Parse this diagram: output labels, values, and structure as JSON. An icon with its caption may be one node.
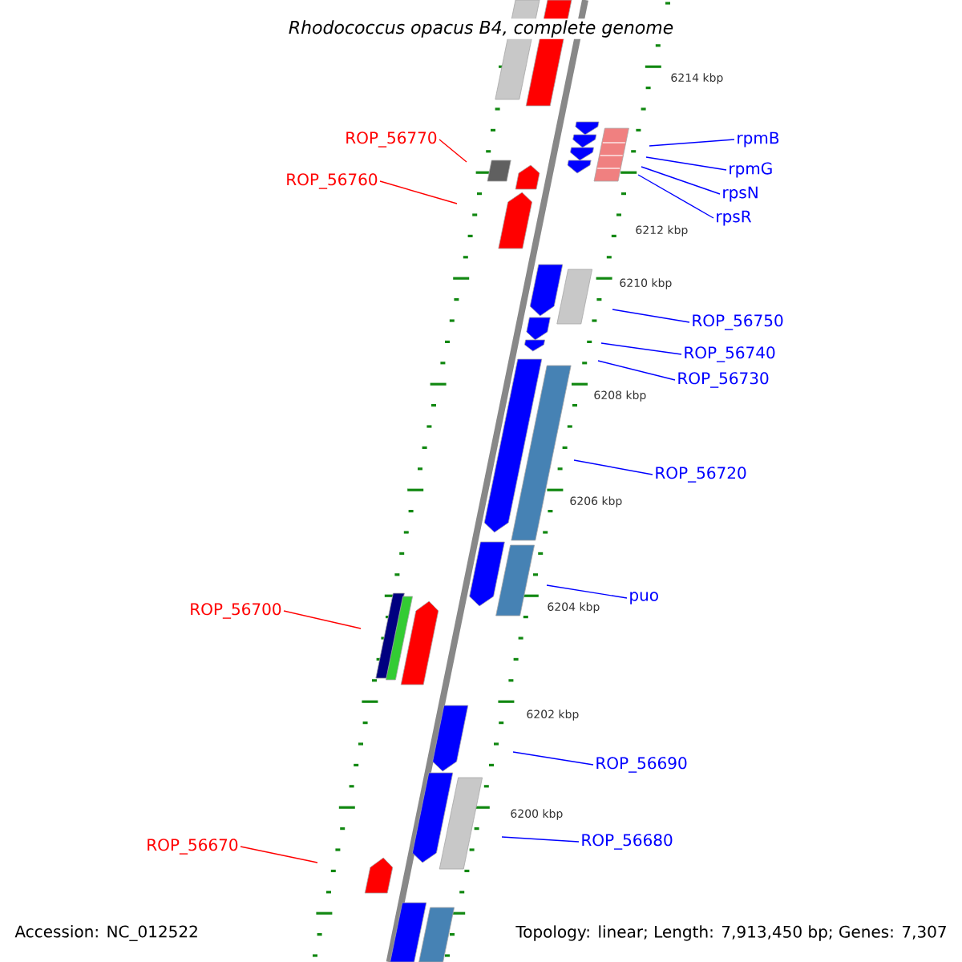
{
  "diagram": {
    "title": "*Rhodococcus opacus* B4, complete genome",
    "nodes": [
      {
        "text": [
          "ROP_56770"
        ]
      },
      {
        "text": [
          "rpmB"
        ]
      },
      {
        "text": [
          "rpmG"
        ]
      },
      {
        "text": [
          "ROP_56760"
        ]
      },
      {
        "text": [
          "rpsN"
        ]
      },
      {
        "text": [
          "rpsR"
        ]
      },
      {
        "text": [
          "ROP_56750"
        ]
      },
      {
        "text": [
          "ROP_56740"
        ]
      },
      {
        "text": [
          "ROP_56730"
        ]
      },
      {
        "text": [
          "ROP_56720"
        ]
      },
      {
        "text": [
          "puo"
        ]
      },
      {
        "text": [
          "ROP_56700"
        ]
      },
      {
        "text": [
          "ROP_56690"
        ]
      },
      {
        "text": [
          "ROP_56680"
        ]
      },
      {
        "text": [
          "ROP_56670"
        ]
      }
    ],
    "edges": [
      {
        "from": 0,
        "to": null,
        "arrow": "none",
        "color": "#ff0000"
      },
      {
        "from": 1,
        "to": null,
        "arrow": "none"
      },
      {
        "from": 2,
        "to": null,
        "arrow": "none"
      },
      {
        "from": 3,
        "to": null,
        "arrow": "none",
        "color": "#ff0000"
      },
      {
        "from": 4,
        "to": null,
        "arrow": "none"
      },
      {
        "from": 5,
        "to": null,
        "arrow": "none"
      },
      {
        "from": 6,
        "to": null,
        "arrow": "none"
      },
      {
        "from": 7,
        "to": null,
        "arrow": "none"
      },
      {
        "from": 8,
        "to": null,
        "arrow": "none"
      },
      {
        "from": 9,
        "to": null,
        "arrow": "none"
      },
      {
        "from": 10,
        "to": null,
        "arrow": "none"
      },
      {
        "from": 11,
        "to": null,
        "arrow": "none",
        "color": "#ff0000"
      },
      {
        "from": 12,
        "to": null,
        "arrow": "none"
      },
      {
        "from": 13,
        "to": null,
        "arrow": "none"
      },
      {
        "from": 14,
        "to": null,
        "arrow": "none",
        "color": "#ff0000"
      }
    ],
    "labels": [
      "6214 kbp",
      "6212 kbp",
      "6210 kbp",
      "6208 kbp",
      "6206 kbp",
      "6204 kbp",
      "6202 kbp",
      "6200 kbp",
      "Accession: NC_012522",
      "Topology: linear; Length: 7,913,450 bp; Genes: 7,307"
    ]
  }
}
